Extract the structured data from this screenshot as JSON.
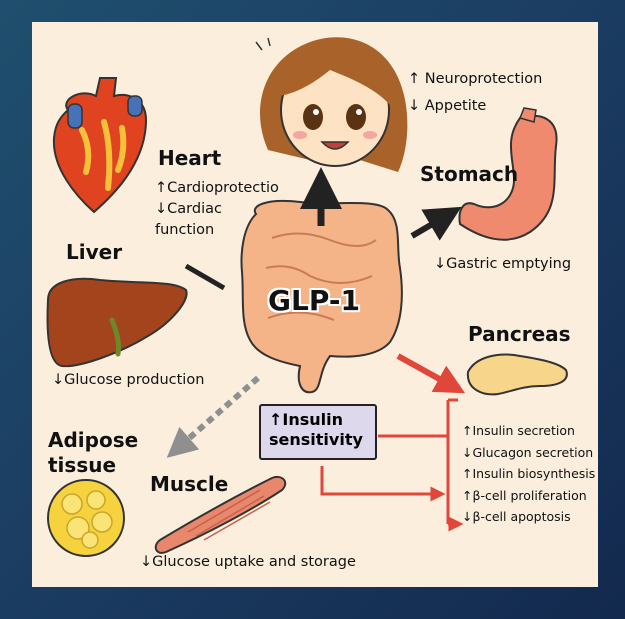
{
  "center": {
    "label": "GLP-1"
  },
  "brain": {
    "lines": [
      "↑ Neuroprotection",
      "↓ Appetite"
    ]
  },
  "heart": {
    "title": "Heart",
    "lines": [
      "↑Cardioprotectio",
      "↓Cardiac",
      "function"
    ]
  },
  "stomach": {
    "title": "Stomach",
    "effect": "↓Gastric emptying"
  },
  "liver": {
    "title": "Liver",
    "effect": "↓Glucose production"
  },
  "pancreas": {
    "title": "Pancreas",
    "effects": [
      "↑Insulin secretion",
      "↓Glucagon secretion",
      "↑Insulin biosynthesis",
      "↑β-cell proliferation",
      "↓β-cell apoptosis"
    ]
  },
  "insulin_box": {
    "lines": [
      "↑Insulin",
      "sensitivity"
    ]
  },
  "adipose": {
    "title_lines": [
      "Adipose",
      "tissue"
    ]
  },
  "muscle": {
    "title": "Muscle",
    "effect": "↓Glucose uptake and storage"
  },
  "colors": {
    "arrow_red": "#e0473a",
    "arrow_black": "#222222",
    "arrow_dashed": "#8f8f8f",
    "panel": "#fbeedd"
  }
}
